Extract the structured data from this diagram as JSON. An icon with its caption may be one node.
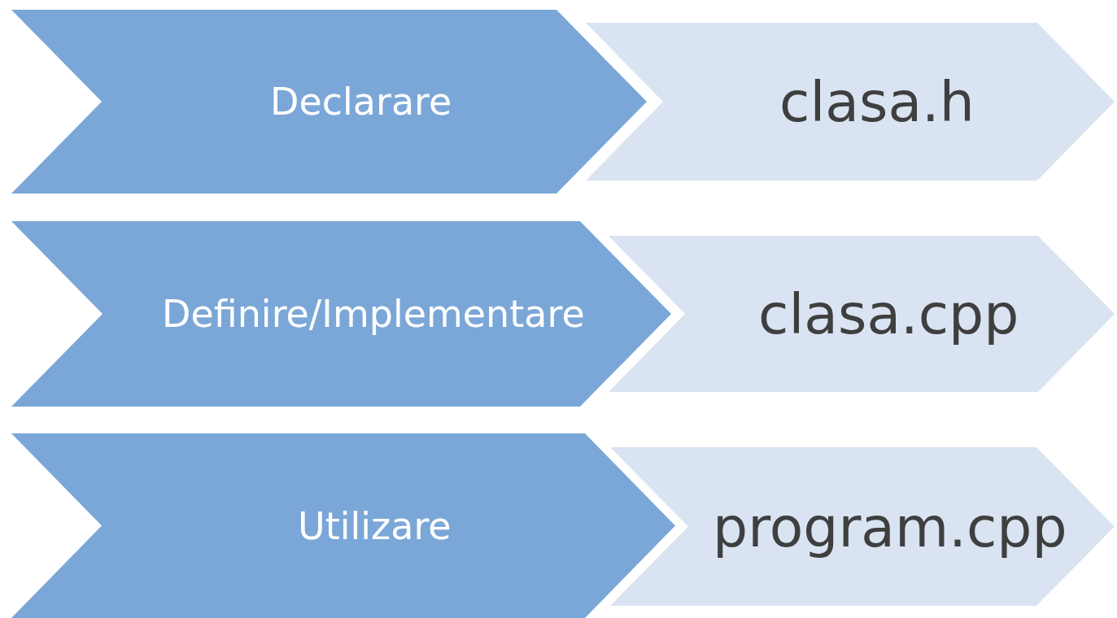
{
  "diagram": {
    "nodes": [
      {
        "text": [
          "Declarare"
        ]
      },
      {
        "text": [
          "clasa.h"
        ]
      },
      {
        "text": [
          "Definire/Implementare"
        ]
      },
      {
        "text": [
          "clasa.cpp"
        ]
      },
      {
        "text": [
          "Utilizare"
        ]
      },
      {
        "text": [
          "program.cpp"
        ]
      }
    ]
  }
}
